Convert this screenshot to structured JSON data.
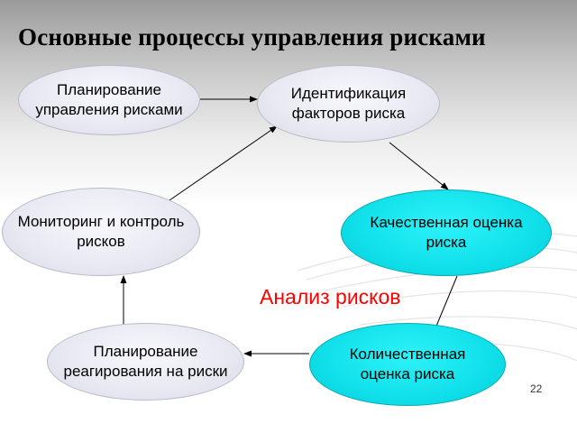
{
  "title": "Основные процессы управления рисками",
  "nodes": {
    "planning": "Планирование\nуправления рисками",
    "identification": "Идентификация\nфакторов риска",
    "qualitative": "Качественная оценка\nриска",
    "quantitative": "Количественная\nоценка риска",
    "response": "Планирование\nреагирования на риски",
    "monitoring": "Мониторинг и контроль\nрисков"
  },
  "analysis_label": "Анализ рисков",
  "page_number": "22",
  "colors": {
    "highlight_node": "#10e0ea",
    "plain_node": "#e8e8f2",
    "analysis_text": "#ff0000",
    "arrow": "#000000"
  }
}
